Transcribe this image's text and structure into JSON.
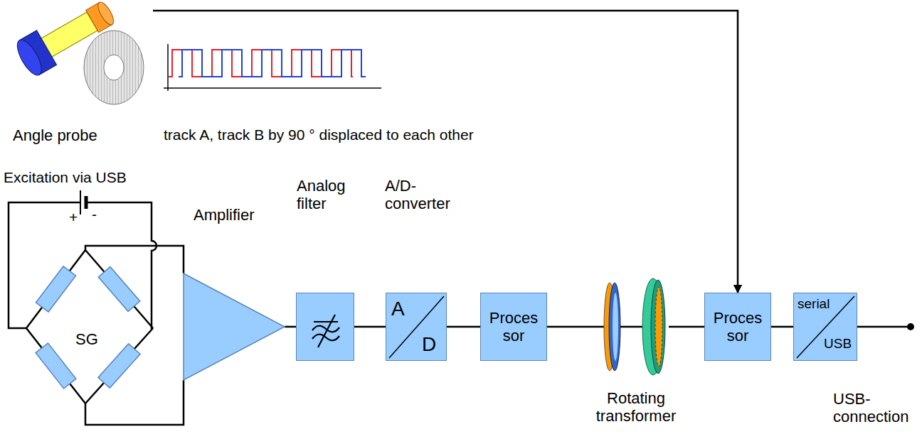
{
  "diagram": {
    "nodes": [
      {
        "text": [
          "Angle probe"
        ]
      },
      {
        "text": [
          "SG"
        ]
      },
      {
        "text": [
          "Amplifier"
        ]
      },
      {
        "text": [
          "Analog filter"
        ]
      },
      {
        "text": [
          "A/D- converter",
          "A",
          "D"
        ]
      },
      {
        "text": [
          "Proces sor"
        ]
      },
      {
        "text": [
          "Rotating transformer"
        ]
      },
      {
        "text": [
          "Proces sor"
        ]
      },
      {
        "text": [
          "serial",
          "USB",
          "USB- connection"
        ]
      }
    ],
    "edges": [
      {
        "from": 1,
        "to": 2,
        "arrow": "none"
      },
      {
        "from": 1,
        "to": 2,
        "arrow": "none"
      },
      {
        "from": 2,
        "to": 3,
        "arrow": "none"
      },
      {
        "from": 3,
        "to": 4,
        "arrow": "none"
      },
      {
        "from": 4,
        "to": 5,
        "arrow": "none"
      },
      {
        "from": 5,
        "to": 6,
        "arrow": "none"
      },
      {
        "from": 6,
        "to": 7,
        "arrow": "none"
      },
      {
        "from": 7,
        "to": 8,
        "arrow": "none"
      },
      {
        "from": 0,
        "to": 7,
        "arrow": "to"
      }
    ],
    "labels": [
      "track A, track B by 90 ° displaced to each other",
      "Excitation via USB",
      "+",
      "-"
    ]
  }
}
